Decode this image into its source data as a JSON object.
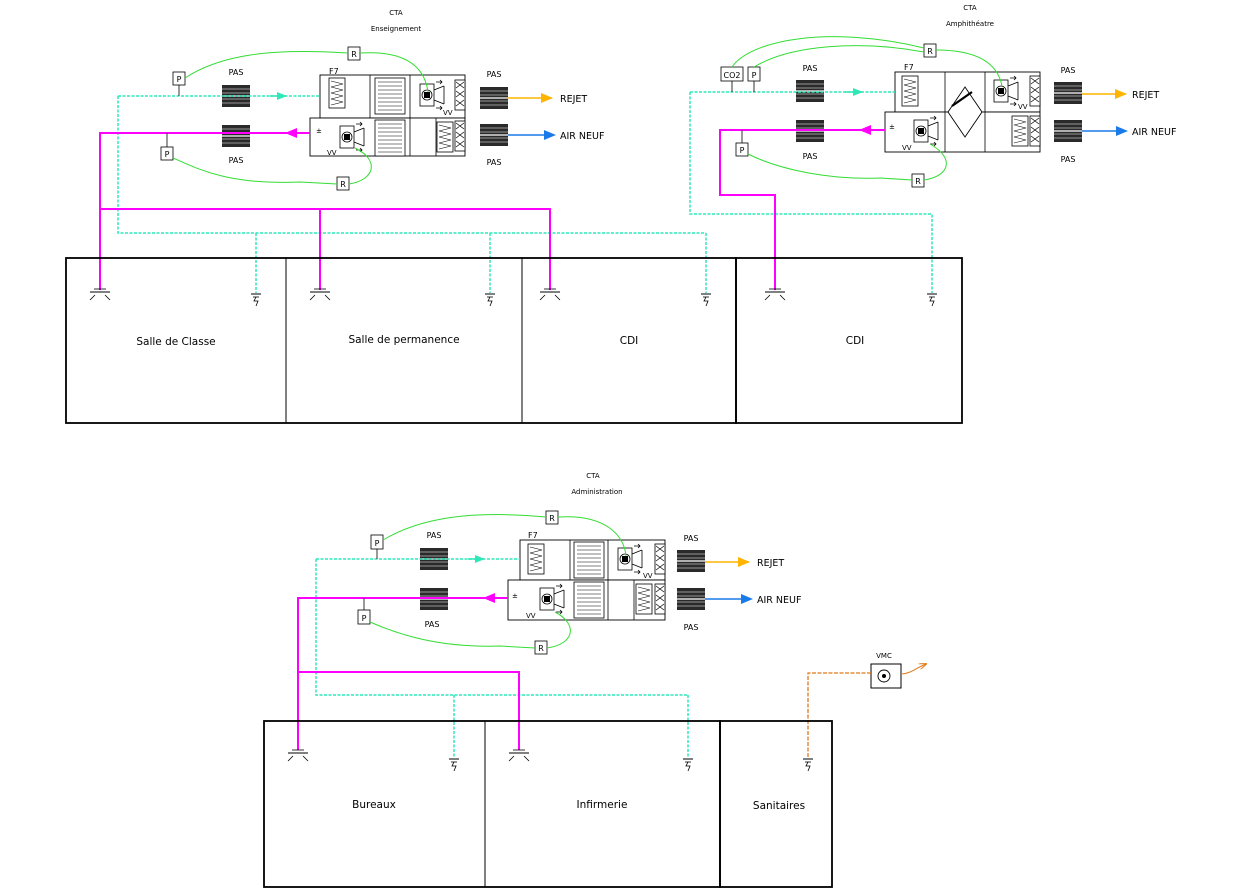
{
  "labels": {
    "pas": "PAS",
    "rejet": "REJET",
    "air_neuf": "AIR  NEUF",
    "p": "P",
    "r": "R",
    "co2": "CO2",
    "f7": "F7",
    "vv": "VV"
  },
  "cta_enseignement": {
    "title": "CTA",
    "subtitle": "Enseignement"
  },
  "cta_amphitheatre": {
    "title": "CTA",
    "subtitle": "Amphithéatre"
  },
  "cta_administration": {
    "title": "CTA",
    "subtitle": "Administration"
  },
  "vmc": {
    "label": "VMC"
  },
  "rooms": {
    "salle_de_classe": "Salle de Classe",
    "salle_de_permanence": "Salle de permanence",
    "cdi_1": "CDI",
    "cdi_2": "CDI",
    "bureaux": "Bureaux",
    "infirmerie": "Infirmerie",
    "sanitaires": "Sanitaires"
  },
  "colors": {
    "extract_duct": "#2fe8b8",
    "supply_duct": "#ff00ff",
    "control_wire": "#33dd33",
    "rejet_arrow": "#ffb400",
    "air_neuf_arrow": "#1a7ae8",
    "vmc_duct": "#e07a1a",
    "outline": "#000000"
  }
}
